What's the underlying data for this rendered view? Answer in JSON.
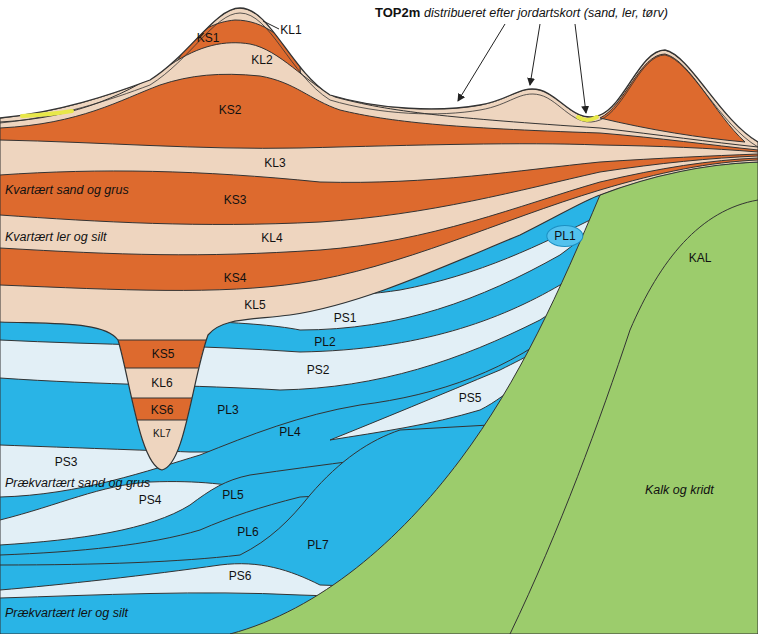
{
  "diagram": {
    "nodes": [
      {
        "text": [
          "PL1"
        ]
      }
    ],
    "labels": [
      "TOP2m",
      "distribueret efter jordartskort (sand, ler, tørv)",
      "KL1",
      "KS1",
      "KL2",
      "KS2",
      "KL3",
      "KS3",
      "KL4",
      "KS4",
      "KL5",
      "Kvartært sand og grus",
      "Kvartært ler og silt",
      "KAL",
      "PS1",
      "PL2",
      "KS5",
      "PS2",
      "KL6",
      "PL3",
      "KS6",
      "KL7",
      "PS5",
      "Prækvartært sand og grus",
      "PS3",
      "PL4",
      "PS4",
      "PL5",
      "PL6",
      "PL7",
      "Kalk og kridt",
      "PS6",
      "Prækvartært ler og silt"
    ]
  }
}
